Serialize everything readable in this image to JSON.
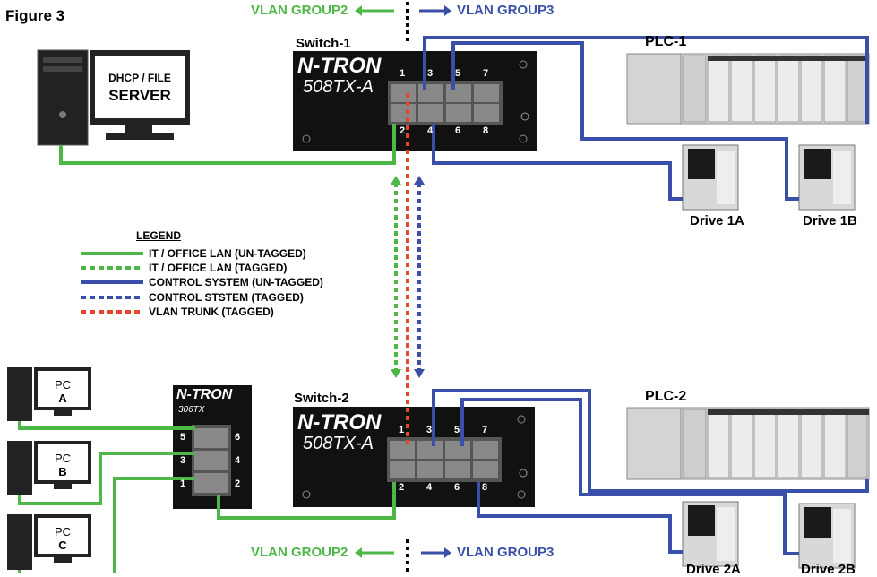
{
  "figure_label": "Figure 3",
  "vlan_top": {
    "left": "VLAN GROUP2",
    "right": "VLAN GROUP3"
  },
  "vlan_bottom": {
    "left": "VLAN GROUP2",
    "right": "VLAN GROUP3"
  },
  "server": {
    "line1": "DHCP / FILE",
    "line2": "SERVER"
  },
  "switch1": {
    "name": "Switch-1",
    "brand": "N-TRON",
    "model": "508TX-A",
    "ports_top": [
      "1",
      "3",
      "5",
      "7"
    ],
    "ports_bottom": [
      "2",
      "4",
      "6",
      "8"
    ]
  },
  "switch2": {
    "name": "Switch-2",
    "brand": "N-TRON",
    "model": "508TX-A",
    "ports_top": [
      "1",
      "3",
      "5",
      "7"
    ],
    "ports_bottom": [
      "2",
      "4",
      "6",
      "8"
    ]
  },
  "small_switch": {
    "brand": "N-TRON",
    "model": "306TX",
    "ports_left": [
      "5",
      "3",
      "1"
    ],
    "ports_right": [
      "6",
      "4",
      "2"
    ]
  },
  "plc1": {
    "name": "PLC-1"
  },
  "plc2": {
    "name": "PLC-2"
  },
  "drives": {
    "d1a": "Drive 1A",
    "d1b": "Drive 1B",
    "d2a": "Drive 2A",
    "d2b": "Drive 2B"
  },
  "pcs": [
    {
      "line1": "PC",
      "line2": "A"
    },
    {
      "line1": "PC",
      "line2": "B"
    },
    {
      "line1": "PC",
      "line2": "C"
    }
  ],
  "legend": {
    "title": "LEGEND",
    "items": [
      {
        "label": "IT / OFFICE LAN (UN-TAGGED)",
        "color": "#4db848",
        "style": "solid"
      },
      {
        "label": "IT / OFFICE LAN (TAGGED)",
        "color": "#4db848",
        "style": "dashed"
      },
      {
        "label": "CONTROL SYSTEM (UN-TAGGED)",
        "color": "#3a4fa8",
        "style": "solid"
      },
      {
        "label": "CONTROL STSTEM (TAGGED)",
        "color": "#3a4fa8",
        "style": "dashed"
      },
      {
        "label": "VLAN TRUNK (TAGGED)",
        "color": "#e8452c",
        "style": "dashed"
      }
    ]
  },
  "colors": {
    "green": "#4db848",
    "blue": "#3a4fa8",
    "red": "#e8452c",
    "switch_body": "#111111"
  }
}
